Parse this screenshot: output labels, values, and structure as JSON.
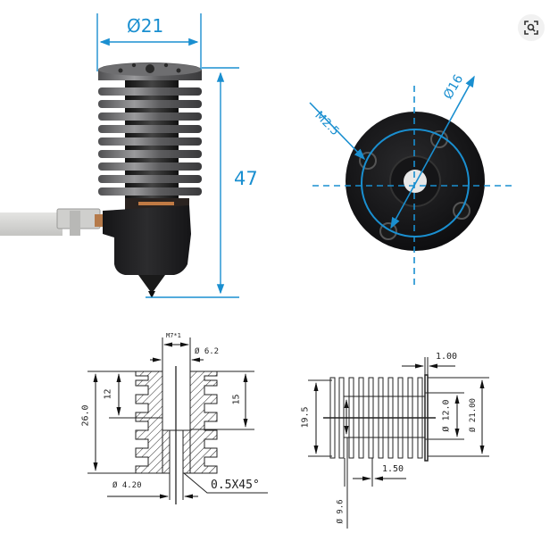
{
  "photo_view": {
    "diameter_label": "Ø21",
    "height_label": "47"
  },
  "top_view": {
    "thread_label": "M2.5",
    "bolt_circle_label": "Ø16"
  },
  "section_drawing": {
    "thread_label": "M7*1",
    "bore_label": "Ø 6.2",
    "total_height_label": "26.0",
    "inner_depth_label": "12",
    "thread_depth_label": "15",
    "throat_label": "Ø 4.20",
    "chamfer_label": "0.5X45°"
  },
  "side_drawing": {
    "fin_thickness_label": "1.00",
    "length_label": "19.5",
    "core_label": "Ø 12.0",
    "outer_label": "Ø 21.00",
    "gap_label": "1.50",
    "neck_label": "Ø 9.6"
  },
  "ui": {
    "lens_button": "visual-search"
  },
  "colors": {
    "dimension_blue": "#1a8fd0",
    "cad_line": "#222222",
    "metal_dark": "#3a3a3a",
    "block_black": "#1c1c1e"
  }
}
